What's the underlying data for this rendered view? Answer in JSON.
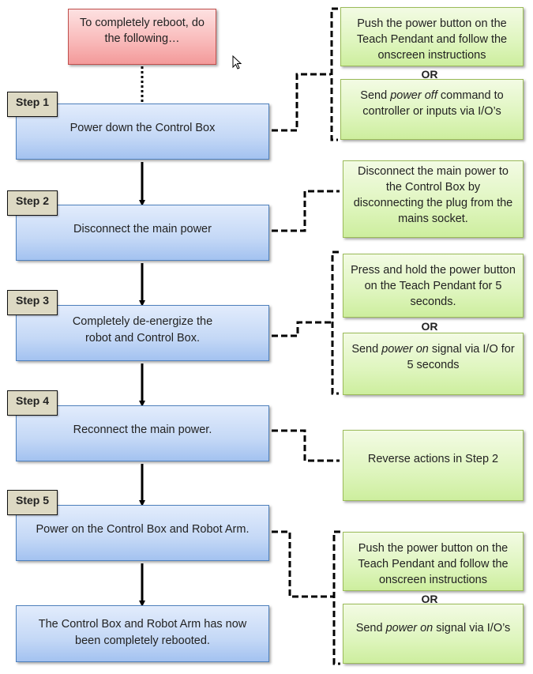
{
  "title": "Complete reboot procedure",
  "start": {
    "text": "To completely reboot, do the following…"
  },
  "steps": [
    {
      "tag": "Step 1",
      "text": "Power down the Control Box"
    },
    {
      "tag": "Step 2",
      "text": "Disconnect the main power"
    },
    {
      "tag": "Step 3",
      "text_line1": "Completely de-energize the",
      "text_line2": "robot and Control Box."
    },
    {
      "tag": "Step 4",
      "text": "Reconnect the main power."
    },
    {
      "tag": "Step 5",
      "text": "Power on the Control Box and Robot Arm."
    }
  ],
  "end": {
    "text": "The Control Box and Robot Arm has now been completely rebooted."
  },
  "options": {
    "step1": {
      "a": "Push the power button on the Teach Pendant and follow the onscreen instructions",
      "or": "OR",
      "b_pre": "Send ",
      "b_em": "power off",
      "b_post": " command to controller or inputs via I/O’s"
    },
    "step2": {
      "a": "Disconnect the main power to the Control Box by disconnecting the plug from the mains socket."
    },
    "step3": {
      "a": "Press and hold the power button on the Teach Pendant for 5 seconds.",
      "or": "OR",
      "b_pre": "Send ",
      "b_em": "power on",
      "b_post": " signal via I/O for 5 seconds"
    },
    "step4": {
      "a": "Reverse actions in Step 2"
    },
    "step5": {
      "a": "Push the power button on the Teach Pendant and follow the onscreen instructions",
      "or": "OR",
      "b_pre": "Send ",
      "b_em": "power on",
      "b_post": " signal via I/O’s"
    }
  },
  "colors": {
    "start_fill": "#f9bcbc",
    "start_border": "#c0504d",
    "step_fill": "#c4d8f6",
    "step_border": "#4f81bd",
    "tag_fill": "#ddd9c3",
    "option_fill": "#def5bd",
    "option_border": "#9bbb59"
  }
}
